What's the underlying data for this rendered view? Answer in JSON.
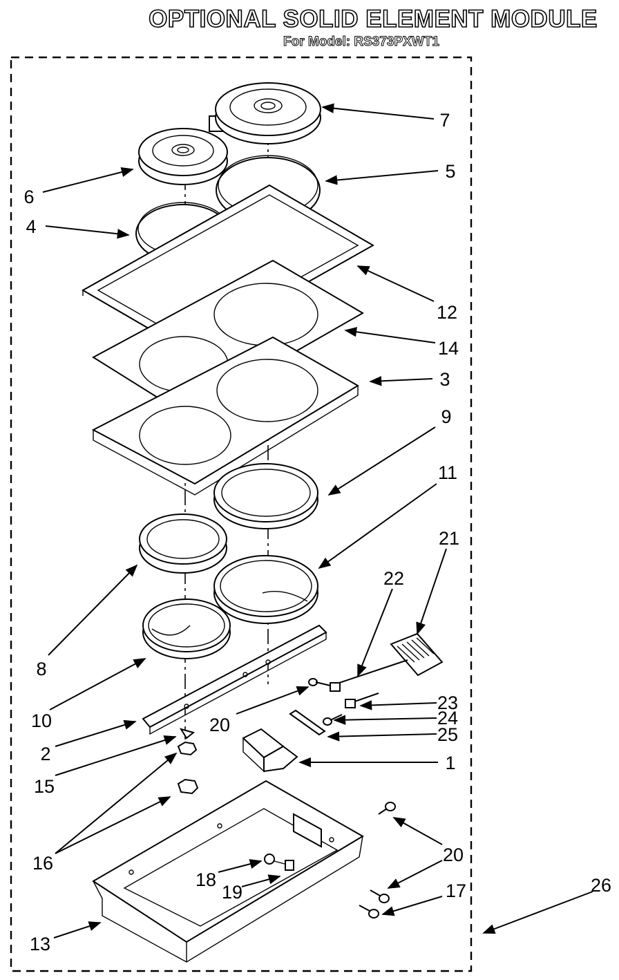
{
  "title": "OPTIONAL SOLID ELEMENT MODULE",
  "subtitle": "For Model: RS373PXWT1",
  "callouts": [
    "7",
    "5",
    "6",
    "4",
    "12",
    "14",
    "3",
    "9",
    "11",
    "21",
    "22",
    "8",
    "23",
    "24",
    "20",
    "25",
    "10",
    "2",
    "1",
    "15",
    "16",
    "20",
    "18",
    "19",
    "17",
    "26",
    "13"
  ]
}
